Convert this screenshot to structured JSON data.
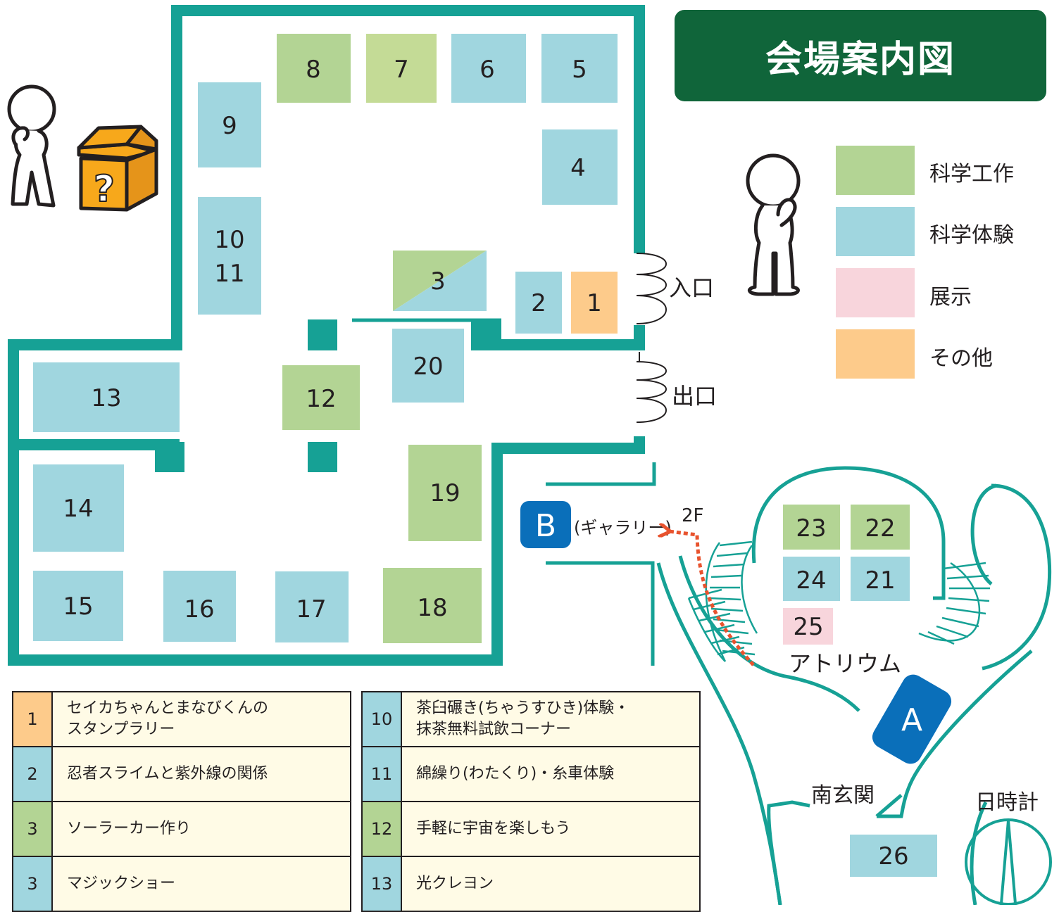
{
  "title": "会場案内図",
  "colors": {
    "wall": "#16a195",
    "craft": "#b3d494",
    "experience": "#a0d6df",
    "exhibit": "#f8d5dc",
    "other": "#fdcb8b",
    "title_bg": "#10653a",
    "marker_blue": "#0a6fba",
    "route_arrow": "#e8532e",
    "table_bg": "#fffbe6"
  },
  "legend": [
    {
      "label": "科学工作",
      "category": "craft"
    },
    {
      "label": "科学体験",
      "category": "experience"
    },
    {
      "label": "展示",
      "category": "exhibit"
    },
    {
      "label": "その他",
      "category": "other"
    }
  ],
  "booths": {
    "b1": "1",
    "b2": "2",
    "b3": "3",
    "b4": "4",
    "b5": "5",
    "b6": "6",
    "b7": "7",
    "b8": "8",
    "b9": "9",
    "b10": "10",
    "b11": "11",
    "b12": "12",
    "b13": "13",
    "b14": "14",
    "b15": "15",
    "b16": "16",
    "b17": "17",
    "b18": "18",
    "b19": "19",
    "b20": "20",
    "b21": "21",
    "b22": "22",
    "b23": "23",
    "b24": "24",
    "b25": "25",
    "b26": "26"
  },
  "labels": {
    "entrance": "入口",
    "exit": "出口",
    "marker_b": "B",
    "gallery": "(ギャラリー)",
    "floor": "2F",
    "atrium": "アトリウム",
    "marker_a": "A",
    "south_entrance": "南玄関",
    "sundial": "日時計",
    "question": "?"
  },
  "icons": [
    "thinking-person-icon",
    "mystery-box-icon",
    "sundial-icon"
  ],
  "program_left": [
    {
      "num": "1",
      "text": "セイカちゃんとまなびくんの\nスタンプラリー",
      "category": "other"
    },
    {
      "num": "2",
      "text": "忍者スライムと紫外線の関係",
      "category": "experience"
    },
    {
      "num": "3",
      "text": "ソーラーカー作り",
      "category": "craft"
    },
    {
      "num": "3",
      "text": "マジックショー",
      "category": "experience"
    }
  ],
  "program_right": [
    {
      "num": "10",
      "text": "茶臼碾き(ちゃうすひき)体験・\n抹茶無料試飲コーナー",
      "category": "experience"
    },
    {
      "num": "11",
      "text": "綿繰り(わたくり)・糸車体験",
      "category": "experience"
    },
    {
      "num": "12",
      "text": "手軽に宇宙を楽しもう",
      "category": "craft"
    },
    {
      "num": "13",
      "text": "光クレヨン",
      "category": "experience"
    }
  ]
}
